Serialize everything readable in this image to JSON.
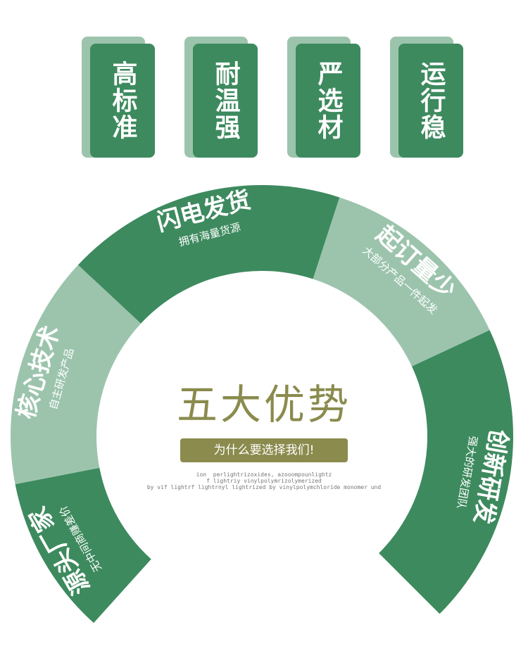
{
  "cards": [
    {
      "text": "高标准"
    },
    {
      "text": "耐温强"
    },
    {
      "text": "严选材"
    },
    {
      "text": "运行稳"
    }
  ],
  "arc_segments": [
    {
      "title": "源头厂家",
      "subtitle": "无中间商赚差价",
      "color": "#3d8a5e"
    },
    {
      "title": "核心技术",
      "subtitle": "自主研发产品",
      "color": "#9cc4ad"
    },
    {
      "title": "闪电发货",
      "subtitle": "拥有海量货源",
      "color": "#3d8a5e"
    },
    {
      "title": "起订量少",
      "subtitle": "大部分产品一件起发",
      "color": "#9cc4ad"
    },
    {
      "title": "创新研发",
      "subtitle": "强大的研发团队",
      "color": "#3d8a5e"
    }
  ],
  "center": {
    "title": "五大优势",
    "button": "为什么要选择我们!",
    "fine_print": [
      "ion  perlightrizoxides, azooompounlightz",
      "f lightriy vinylpolymrizolymerized",
      "by vif lightrf lightrnyl lightrized by vinylpolymchloride monomer und"
    ]
  },
  "colors": {
    "dark_green": "#3d8a5e",
    "light_green": "#9cc4ad",
    "olive": "#8a8b4d"
  }
}
